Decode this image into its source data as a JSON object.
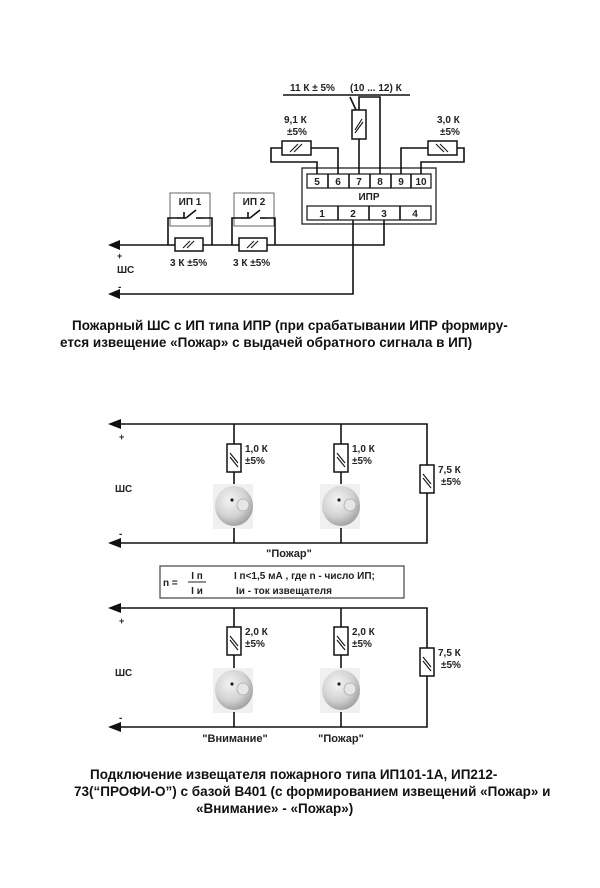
{
  "diagram1": {
    "ipr_label": "ИПР",
    "top_terminals": [
      "5",
      "6",
      "7",
      "8",
      "9",
      "10"
    ],
    "bottom_terminals": [
      "1",
      "2",
      "3",
      "4"
    ],
    "resistor_11k_label": "11 К ± 5%",
    "resistor_range_label": "(10 ... 12) К",
    "resistor_91k_value": "9,1 К",
    "resistor_91k_tol": "±5%",
    "resistor_30k_value": "3,0 К",
    "resistor_30k_tol": "±5%",
    "ip1_label": "ИП 1",
    "ip2_label": "ИП 2",
    "r1_label": "3 К ±5%",
    "r2_label": "3 К ±5%",
    "plus": "+",
    "minus": "-",
    "loop_label": "ШС",
    "caption_line1": "Пожарный ШС с ИП типа ИПР (при срабатывании ИПР формиру-",
    "caption_line2": "ется извещение «Пожар» с выдачей обратного сигнала в ИП)"
  },
  "diagram2": {
    "plus": "+",
    "minus": "-",
    "loop_label": "ШС",
    "r_a_value": "1,0 К",
    "r_a_tol": "±5%",
    "r_b_value": "1,0 К",
    "r_b_tol": "±5%",
    "r_end_value": "7,5 К",
    "r_end_tol": "±5%",
    "state_label": "\"Пожар\""
  },
  "formula": {
    "lhs": "n =",
    "numerator": "I п",
    "denominator": "I и",
    "line1": "I п<1,5 мА , где n - число ИП;",
    "line2": "Iи - ток извещателя"
  },
  "diagram3": {
    "plus": "+",
    "minus": "-",
    "loop_label": "ШС",
    "r_a_value": "2,0 К",
    "r_a_tol": "±5%",
    "r_b_value": "2,0 К",
    "r_b_tol": "±5%",
    "r_end_value": "7,5 К",
    "r_end_tol": "±5%",
    "state_a_label": "\"Внимание\"",
    "state_b_label": "\"Пожар\""
  },
  "caption2": {
    "line1": "Подключение извещателя пожарного типа ИП101-1А, ИП212-",
    "line2": "73(“ПРОФИ-О”) с базой В401 (с формированием извещений «Пожар» и",
    "line3": "«Внимание» - «Пожар»)"
  }
}
